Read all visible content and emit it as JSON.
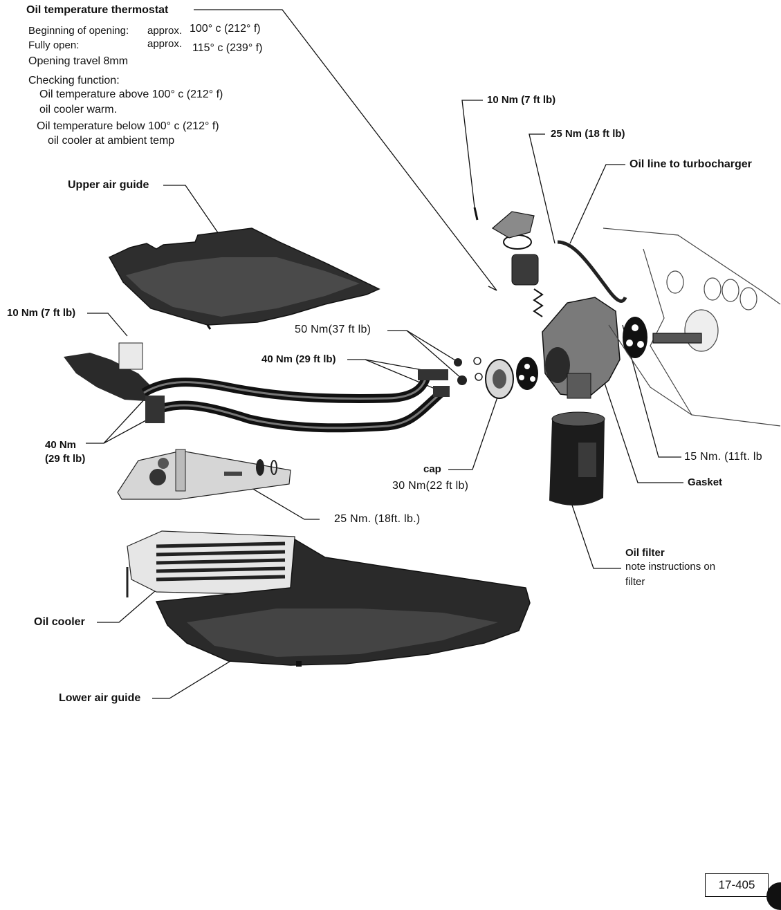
{
  "thermostat": {
    "title": "Oil temperature thermostat",
    "begin_label": "Beginning of opening:",
    "begin_approx": "approx.",
    "begin_value": "100°  c (212°  f)",
    "full_label": "Fully open:",
    "full_approx": "approx.",
    "full_value": "115°  c (239°  f)",
    "travel": "Opening travel 8mm",
    "check_title": "Checking function:",
    "check_line1": "Oil temperature above  100°  c (212°  f)",
    "check_line2": "oil cooler warm.",
    "check_line3": "Oil temperature below 100°  c (212°  f)",
    "check_line4": "oil cooler at ambient temp"
  },
  "labels": {
    "torque_10_top": "10 Nm (7 ft lb)",
    "torque_25_top": "25 Nm (18 ft lb)",
    "oil_line_turbo": "Oil line to turbocharger",
    "upper_air_guide": "Upper air guide",
    "torque_10_left": "10 Nm (7 ft lb)",
    "torque_50": "50 Nm(37 ft lb)",
    "torque_40_mid": "40 Nm (29 ft lb)",
    "torque_40_left_1": "40 Nm",
    "torque_40_left_2": "(29 ft lb)",
    "cap": "cap",
    "torque_30": "30 Nm(22 ft lb)",
    "torque_15": "15 Nm. (11ft. lb",
    "gasket": "Gasket",
    "torque_25_mid": "25 Nm. (18ft. lb.)",
    "oil_filter": "Oil filter",
    "oil_filter_note1": "note instructions on",
    "oil_filter_note2": "filter",
    "oil_cooler": "Oil cooler",
    "lower_air_guide": "Lower air guide"
  },
  "figure_ref": "17-405"
}
